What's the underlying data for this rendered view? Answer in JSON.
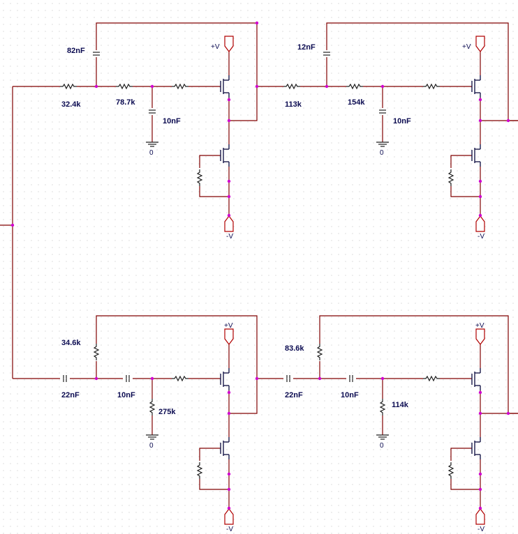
{
  "supply_labels": {
    "positive": "+V",
    "negative": "-V",
    "ground": "0"
  },
  "stage1": {
    "c_top": "82nF",
    "r_in": "32.4k",
    "r_mid": "78.7k",
    "c_gnd": "10nF"
  },
  "stage2": {
    "c_top": "12nF",
    "r_in": "113k",
    "r_mid": "154k",
    "c_gnd": "10nF"
  },
  "stage3": {
    "r_top": "34.6k",
    "c_in": "22nF",
    "c_mid": "10nF",
    "r_gnd": "275k"
  },
  "stage4": {
    "r_top": "83.6k",
    "c_in": "22nF",
    "c_mid": "10nF",
    "r_gnd": "114k"
  },
  "colors": {
    "wire": "#800000",
    "junction": "#d000d0",
    "label": "#0a0a50",
    "grid_dot": "#c8c8c8"
  }
}
